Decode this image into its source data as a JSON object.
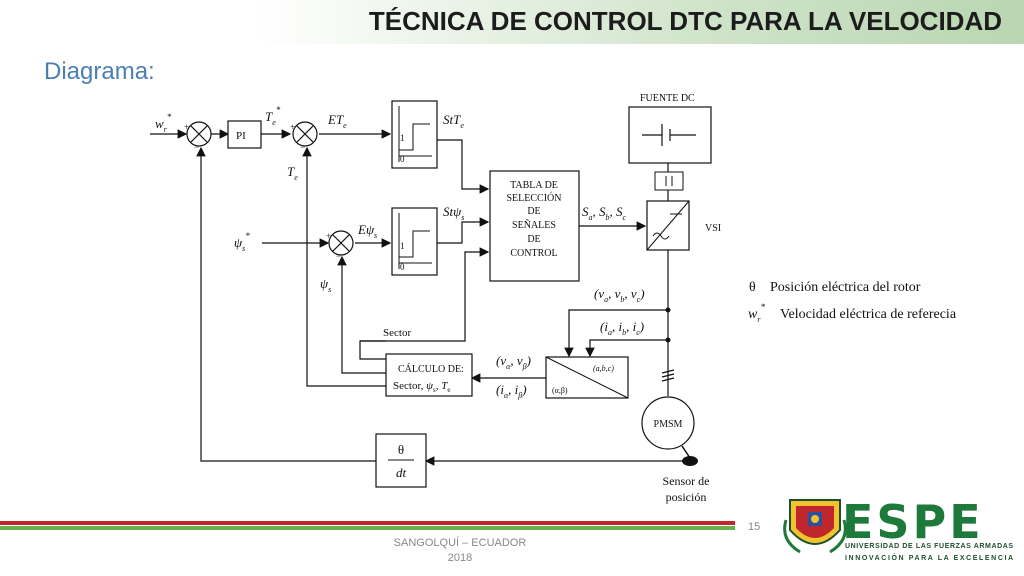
{
  "slide": {
    "title": "TÉCNICA DE CONTROL DTC PARA LA VELOCIDAD",
    "subtitle": "Diagrama:",
    "page_number": "15",
    "footer_line1": "SANGOLQUÍ – ECUADOR",
    "footer_line2": "2018"
  },
  "diagram": {
    "input_speed": "w",
    "input_speed_sub": "r",
    "input_flux": "ψ",
    "input_flux_sub": "s",
    "pi_block": "PI",
    "torque_ref": "T",
    "torque_ref_sub": "e",
    "torque_error": "ET",
    "torque_error_sub": "e",
    "torque_state": "StT",
    "torque_state_sub": "e",
    "torque_feedback": "T",
    "torque_feedback_sub": "e",
    "flux_error": "Eψ",
    "flux_error_sub": "s",
    "flux_state": "Stψ",
    "flux_state_sub": "s",
    "flux_feedback": "ψ",
    "flux_feedback_sub": "s",
    "hyst_one": "1",
    "hyst_zero": "0",
    "table_lines": [
      "TABLA DE",
      "SELECCIÓN",
      "DE",
      "SEÑALES",
      "DE",
      "CONTROL"
    ],
    "switch_signals": "S",
    "dc_source": "FUENTE DC",
    "inverter": "VSI",
    "voltages_abc": "(v",
    "currents_abc": "(i",
    "sector_label": "Sector",
    "calc_line1": "CÁLCULO DE:",
    "calc_line2": "Sector,",
    "transform_top": "(a,b,c)",
    "transform_bottom": "(α,β)",
    "volt_alphabeta": "(v",
    "curr_alphabeta": "(i",
    "motor": "PMSM",
    "derivative_top": "θ",
    "derivative_bottom": "dt",
    "sensor_line1": "Sensor de",
    "sensor_line2": "posición"
  },
  "legend": [
    {
      "symbol": "θ",
      "text": "Posición eléctrica del rotor"
    },
    {
      "symbol": "w",
      "text": "Velocidad eléctrica de referecia"
    }
  ],
  "logo": {
    "name": "ESPE",
    "line1": "UNIVERSIDAD DE LAS FUERZAS ARMADAS",
    "line2": "INNOVACIÓN PARA LA EXCELENCIA",
    "colors": {
      "green": "#1d7a3a",
      "red": "#c0272d",
      "yellow": "#f2c230",
      "blue": "#2c4f9e"
    }
  },
  "colors": {
    "title_band": "#b9d6b1",
    "subtitle": "#4a7fb5",
    "footer_stripe_red": "#c0272d",
    "footer_stripe_green": "#6ab04c"
  }
}
